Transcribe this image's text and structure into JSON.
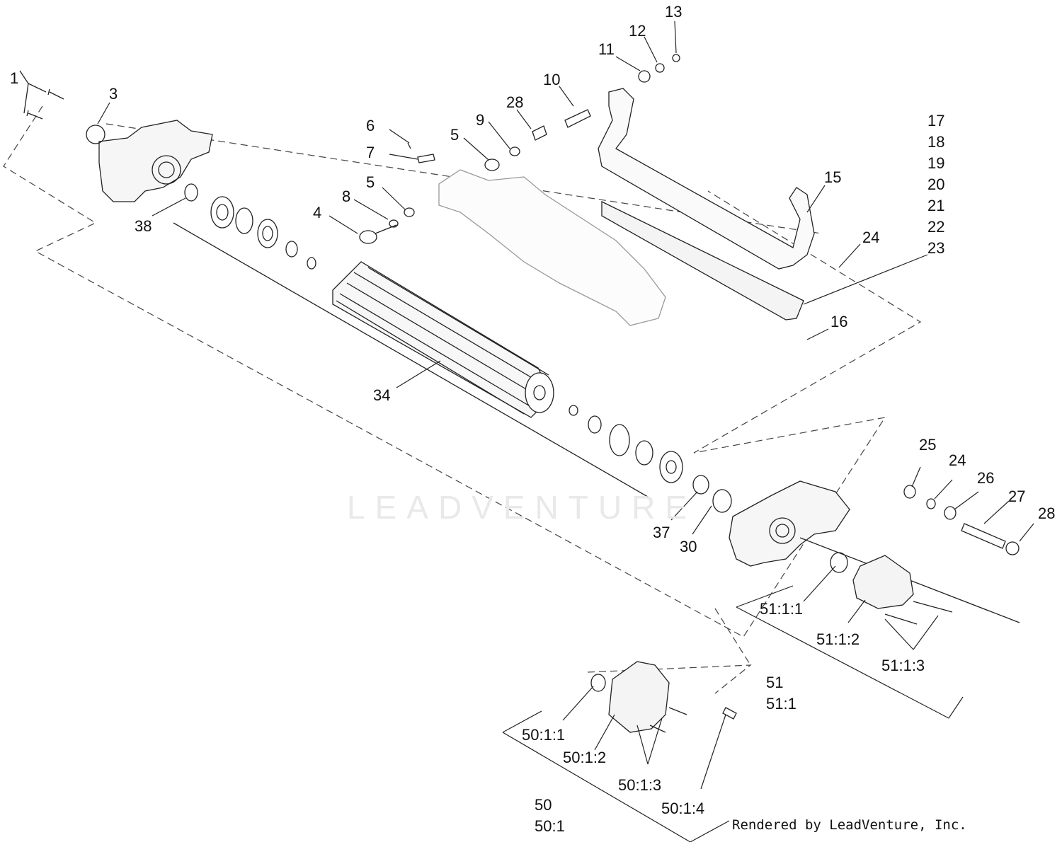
{
  "diagram": {
    "watermark": "LEADVENTURE",
    "credit": "Rendered by LeadVenture, Inc.",
    "callouts": {
      "c1": "1",
      "c3": "3",
      "c4": "4",
      "c5a": "5",
      "c5b": "5",
      "c6": "6",
      "c7": "7",
      "c8": "8",
      "c9": "9",
      "c10": "10",
      "c11": "11",
      "c12": "12",
      "c13": "13",
      "c28a": "28",
      "c15": "15",
      "c16": "16",
      "c24a": "24",
      "c38": "38",
      "c34": "34",
      "c37": "37",
      "c30": "30",
      "c25": "25",
      "c24b": "24",
      "c26": "26",
      "c27": "27",
      "c28b": "28",
      "c51_1_1": "51:1:1",
      "c51_1_2": "51:1:2",
      "c51_1_3": "51:1:3",
      "c50_1_1": "50:1:1",
      "c50_1_2": "50:1:2",
      "c50_1_3": "50:1:3",
      "c50_1_4": "50:1:4"
    },
    "stack_17_23": [
      "17",
      "18",
      "19",
      "20",
      "21",
      "22",
      "23"
    ],
    "stack_51": [
      "51",
      "51:1"
    ],
    "stack_50": [
      "50",
      "50:1"
    ]
  }
}
